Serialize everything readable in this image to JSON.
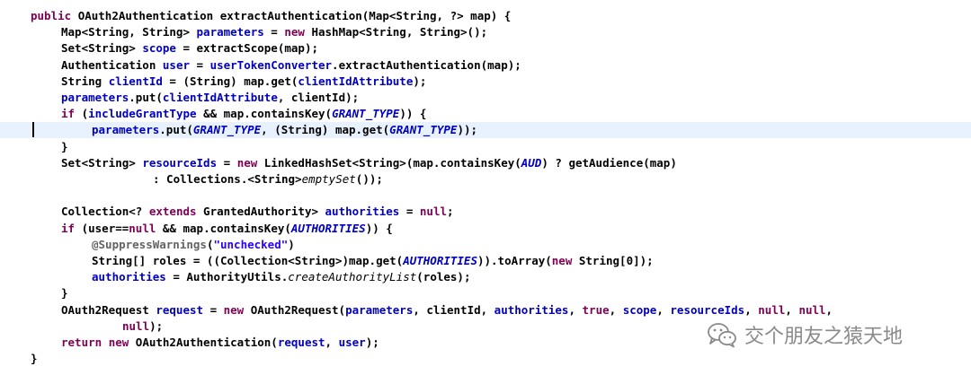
{
  "editor": {
    "lines": [
      {
        "indent": 0,
        "segments": [
          {
            "t": "kw",
            "v": "public "
          },
          {
            "t": "plain",
            "v": "OAuth2Authentication extractAuthentication(Map<String, ?> map) {"
          }
        ]
      },
      {
        "indent": 1,
        "segments": [
          {
            "t": "plain",
            "v": "Map<String, String> "
          },
          {
            "t": "fld",
            "v": "parameters"
          },
          {
            "t": "plain",
            "v": " = "
          },
          {
            "t": "kw",
            "v": "new"
          },
          {
            "t": "plain",
            "v": " HashMap<String, String>();"
          }
        ]
      },
      {
        "indent": 1,
        "segments": [
          {
            "t": "plain",
            "v": "Set<String> "
          },
          {
            "t": "fld",
            "v": "scope"
          },
          {
            "t": "plain",
            "v": " = extractScope(map);"
          }
        ]
      },
      {
        "indent": 1,
        "segments": [
          {
            "t": "plain",
            "v": "Authentication "
          },
          {
            "t": "fld",
            "v": "user"
          },
          {
            "t": "plain",
            "v": " = "
          },
          {
            "t": "fld",
            "v": "userTokenConverter"
          },
          {
            "t": "plain",
            "v": ".extractAuthentication(map);"
          }
        ]
      },
      {
        "indent": 1,
        "segments": [
          {
            "t": "plain",
            "v": "String "
          },
          {
            "t": "fld",
            "v": "clientId"
          },
          {
            "t": "plain",
            "v": " = (String) map.get("
          },
          {
            "t": "fld",
            "v": "clientIdAttribute"
          },
          {
            "t": "plain",
            "v": ");"
          }
        ]
      },
      {
        "indent": 1,
        "segments": [
          {
            "t": "fld",
            "v": "parameters"
          },
          {
            "t": "plain",
            "v": ".put("
          },
          {
            "t": "fld",
            "v": "clientIdAttribute"
          },
          {
            "t": "plain",
            "v": ", clientId);"
          }
        ]
      },
      {
        "indent": 1,
        "segments": [
          {
            "t": "kw",
            "v": "if"
          },
          {
            "t": "plain",
            "v": " ("
          },
          {
            "t": "fld",
            "v": "includeGrantType"
          },
          {
            "t": "plain",
            "v": " && map.containsKey("
          },
          {
            "t": "cst",
            "v": "GRANT_TYPE"
          },
          {
            "t": "plain",
            "v": ")) {"
          }
        ]
      },
      {
        "indent": 2,
        "current": true,
        "segments": [
          {
            "t": "fld",
            "v": "parameters"
          },
          {
            "t": "plain",
            "v": ".put("
          },
          {
            "t": "cst",
            "v": "GRANT_TYPE"
          },
          {
            "t": "plain",
            "v": ", (String) map.get("
          },
          {
            "t": "cst",
            "v": "GRANT_TYPE"
          },
          {
            "t": "plain",
            "v": "));"
          }
        ]
      },
      {
        "indent": 1,
        "segments": [
          {
            "t": "plain",
            "v": "}"
          }
        ]
      },
      {
        "indent": 1,
        "segments": [
          {
            "t": "plain",
            "v": "Set<String> "
          },
          {
            "t": "fld",
            "v": "resourceIds"
          },
          {
            "t": "plain",
            "v": " = "
          },
          {
            "t": "kw",
            "v": "new"
          },
          {
            "t": "plain",
            "v": " LinkedHashSet<String>(map.containsKey("
          },
          {
            "t": "cst",
            "v": "AUD"
          },
          {
            "t": "plain",
            "v": ") ? getAudience(map)"
          }
        ]
      },
      {
        "indent": 4,
        "segments": [
          {
            "t": "plain",
            "v": ": Collections.<String>"
          },
          {
            "t": "sm",
            "v": "emptySet"
          },
          {
            "t": "plain",
            "v": "());"
          }
        ]
      },
      {
        "indent": 0,
        "segments": []
      },
      {
        "indent": 1,
        "segments": [
          {
            "t": "plain",
            "v": "Collection<? "
          },
          {
            "t": "kw",
            "v": "extends"
          },
          {
            "t": "plain",
            "v": " GrantedAuthority> "
          },
          {
            "t": "fld",
            "v": "authorities"
          },
          {
            "t": "plain",
            "v": " = "
          },
          {
            "t": "kw",
            "v": "null"
          },
          {
            "t": "plain",
            "v": ";"
          }
        ]
      },
      {
        "indent": 1,
        "segments": [
          {
            "t": "kw",
            "v": "if"
          },
          {
            "t": "plain",
            "v": " (user=="
          },
          {
            "t": "kw",
            "v": "null"
          },
          {
            "t": "plain",
            "v": " && map.containsKey("
          },
          {
            "t": "cst",
            "v": "AUTHORITIES"
          },
          {
            "t": "plain",
            "v": ")) {"
          }
        ]
      },
      {
        "indent": 2,
        "segments": [
          {
            "t": "ann",
            "v": "@SuppressWarnings"
          },
          {
            "t": "plain",
            "v": "("
          },
          {
            "t": "str",
            "v": "\"unchecked\""
          },
          {
            "t": "plain",
            "v": ")"
          }
        ]
      },
      {
        "indent": 2,
        "segments": [
          {
            "t": "plain",
            "v": "String[] roles = ((Collection<String>)map.get("
          },
          {
            "t": "cst",
            "v": "AUTHORITIES"
          },
          {
            "t": "plain",
            "v": ")).toArray("
          },
          {
            "t": "kw",
            "v": "new"
          },
          {
            "t": "plain",
            "v": " String[0]);"
          }
        ]
      },
      {
        "indent": 2,
        "segments": [
          {
            "t": "fld",
            "v": "authorities"
          },
          {
            "t": "plain",
            "v": " = AuthorityUtils."
          },
          {
            "t": "sm",
            "v": "createAuthorityList"
          },
          {
            "t": "plain",
            "v": "(roles);"
          }
        ]
      },
      {
        "indent": 1,
        "segments": [
          {
            "t": "plain",
            "v": "}"
          }
        ]
      },
      {
        "indent": 1,
        "segments": [
          {
            "t": "plain",
            "v": "OAuth2Request "
          },
          {
            "t": "fld",
            "v": "request"
          },
          {
            "t": "plain",
            "v": " = "
          },
          {
            "t": "kw",
            "v": "new"
          },
          {
            "t": "plain",
            "v": " OAuth2Request("
          },
          {
            "t": "fld",
            "v": "parameters"
          },
          {
            "t": "plain",
            "v": ", clientId, "
          },
          {
            "t": "fld",
            "v": "authorities"
          },
          {
            "t": "plain",
            "v": ", "
          },
          {
            "t": "kw",
            "v": "true"
          },
          {
            "t": "plain",
            "v": ", "
          },
          {
            "t": "fld",
            "v": "scope"
          },
          {
            "t": "plain",
            "v": ", "
          },
          {
            "t": "fld",
            "v": "resourceIds"
          },
          {
            "t": "plain",
            "v": ", "
          },
          {
            "t": "kw",
            "v": "null"
          },
          {
            "t": "plain",
            "v": ", "
          },
          {
            "t": "kw",
            "v": "null"
          },
          {
            "t": "plain",
            "v": ","
          }
        ]
      },
      {
        "indent": 3,
        "segments": [
          {
            "t": "kw",
            "v": "null"
          },
          {
            "t": "plain",
            "v": ");"
          }
        ]
      },
      {
        "indent": 1,
        "segments": [
          {
            "t": "kw",
            "v": "return"
          },
          {
            "t": "plain",
            "v": " "
          },
          {
            "t": "kw",
            "v": "new"
          },
          {
            "t": "plain",
            "v": " OAuth2Authentication("
          },
          {
            "t": "fld",
            "v": "request"
          },
          {
            "t": "plain",
            "v": ", "
          },
          {
            "t": "fld",
            "v": "user"
          },
          {
            "t": "plain",
            "v": ");"
          }
        ]
      },
      {
        "indent": 0,
        "segments": [
          {
            "t": "plain",
            "v": "}"
          }
        ]
      }
    ]
  },
  "colors": {
    "keyword": "#7f0055",
    "field": "#0000c0",
    "string": "#2a00ff",
    "annotation": "#646464",
    "current_line": "#e8f2fe"
  },
  "watermark": {
    "icon": "wechat-icon",
    "text": "交个朋友之猿天地"
  }
}
